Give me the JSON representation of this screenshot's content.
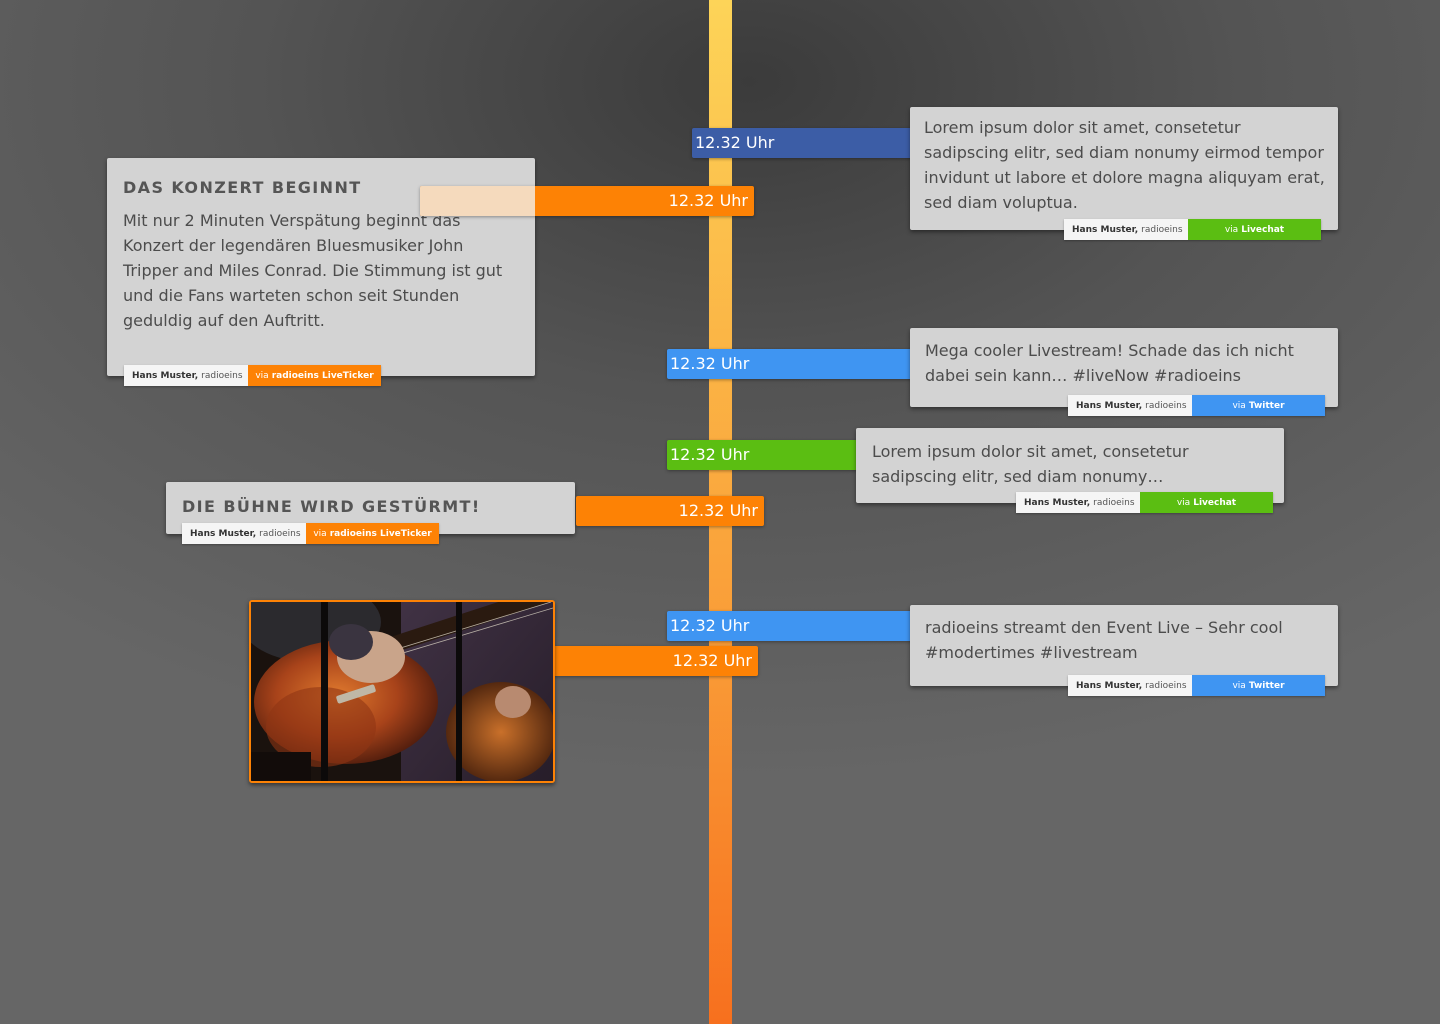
{
  "timeline": {
    "posts": [
      {
        "id": "livechat-1",
        "time": "12.32 Uhr",
        "text": "Lorem ipsum dolor sit amet, consetetur sadipscing elitr, sed diam nonumy eirmod tempor invidunt ut labore et dolore magna aliquyam erat, sed diam voluptua.",
        "author": "Hans Muster,",
        "org": "radioeins",
        "via": "via",
        "source": "Livechat"
      },
      {
        "id": "ticker-1",
        "time": "12.32 Uhr",
        "title": "DAS KONZERT BEGINNT",
        "text": "Mit nur 2 Minuten Verspätung beginnt das Konzert der legendären Bluesmusiker John Tripper and Miles Conrad. Die Stimmung ist gut und die Fans warteten schon seit Stunden geduldig auf den Auftritt.",
        "author": "Hans Muster,",
        "org": "radioeins",
        "via": "via",
        "source": "radioeins LiveTicker"
      },
      {
        "id": "twitter-1",
        "time": "12.32 Uhr",
        "text": "Mega cooler Livestream! Schade das ich nicht dabei sein kann… #liveNow #radioeins",
        "author": "Hans Muster,",
        "org": "radioeins",
        "via": "via",
        "source": "Twitter"
      },
      {
        "id": "livechat-2",
        "time": "12.32 Uhr",
        "text": "Lorem ipsum dolor sit amet, consetetur sadipscing elitr, sed diam nonumy…",
        "author": "Hans Muster,",
        "org": "radioeins",
        "via": "via",
        "source": "Livechat"
      },
      {
        "id": "ticker-2",
        "time": "12.32 Uhr",
        "title": "DIE BÜHNE WIRD GESTÜRMT!",
        "author": "Hans Muster,",
        "org": "radioeins",
        "via": "via",
        "source": "radioeins LiveTicker"
      },
      {
        "id": "twitter-2",
        "time": "12.32 Uhr",
        "text": "radioeins streamt den Event Live – Sehr cool #modertimes #livestream",
        "author": "Hans Muster,",
        "org": "radioeins",
        "via": "via",
        "source": "Twitter"
      },
      {
        "id": "photo-1",
        "time": "12.32 Uhr",
        "image": "concert-guitar-photo"
      }
    ]
  },
  "colors": {
    "spine_top": "#fdd458",
    "spine_bottom": "#f7701e",
    "ticker": "#fd8205",
    "twitter": "#3f95f2",
    "livechat": "#5bbe12",
    "livechat_time": "#3c5da6",
    "card": "#d3d3d3"
  }
}
